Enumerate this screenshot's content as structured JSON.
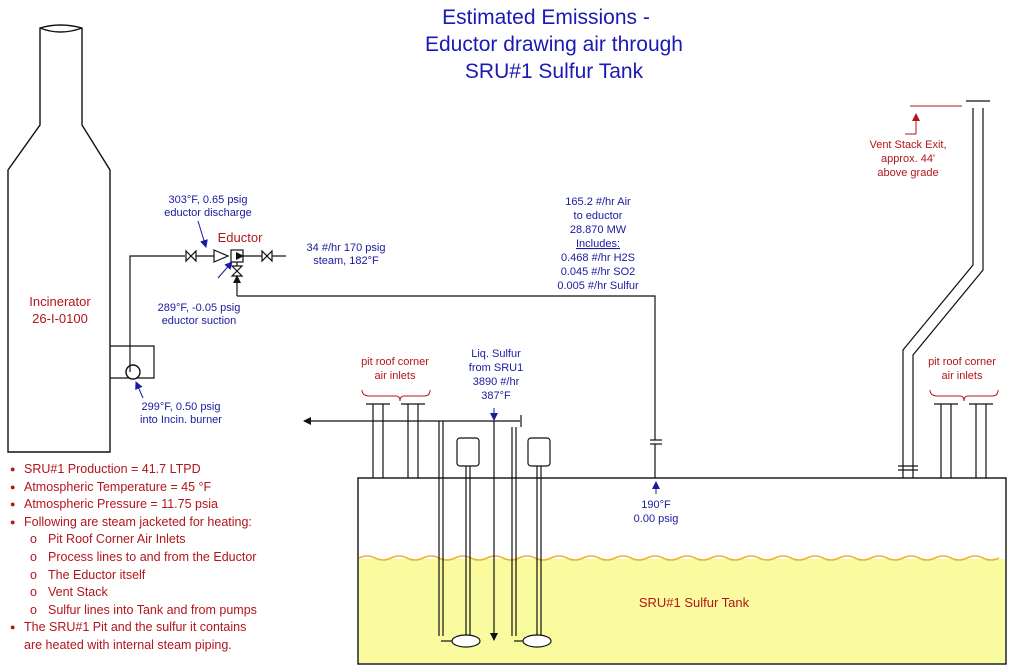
{
  "title": {
    "line1": "Estimated Emissions -",
    "line2": "Eductor drawing air through",
    "line3": "SRU#1 Sulfur Tank"
  },
  "incinerator": {
    "name": "Incinerator",
    "tag": "26-I-0100"
  },
  "eductor": {
    "name": "Eductor",
    "discharge": {
      "line1": "303°F, 0.65 psig",
      "line2": "eductor  discharge"
    },
    "suction": {
      "line1": "289°F, -0.05 psig",
      "line2": "eductor  suction"
    },
    "steam": {
      "line1": "34 #/hr 170 psig",
      "line2": "steam, 182°F"
    }
  },
  "burner_inlet": {
    "line1": "299°F, 0.50 psig",
    "line2": "into Incin. burner"
  },
  "air_to_eductor": {
    "line1": "165.2 #/hr Air",
    "line2": "to eductor",
    "line3": "28.870 MW",
    "line4": "Includes:",
    "line5": "0.468 #/hr H2S",
    "line6": "0.045 #/hr SO2",
    "line7": "0.005 #/hr Sulfur"
  },
  "vent_stack": {
    "line1": "Vent Stack Exit,",
    "line2": "approx. 44'",
    "line3": "above grade"
  },
  "air_inlets_left": {
    "line1": "pit roof corner",
    "line2": "air inlets"
  },
  "air_inlets_right": {
    "line1": "pit roof corner",
    "line2": "air inlets"
  },
  "liquid_sulfur": {
    "line1": "Liq. Sulfur",
    "line2": "from SRU1",
    "line3": "3890 #/hr",
    "line4": "387°F"
  },
  "tank_conditions": {
    "line1": "190°F",
    "line2": "0.00 psig"
  },
  "tank_name": "SRU#1 Sulfur Tank",
  "notes": [
    {
      "text": "SRU#1 Production = 41.7 LTPD",
      "level": 0
    },
    {
      "text": "Atmospheric Temperature = 45 °F",
      "level": 0
    },
    {
      "text": "Atmospheric Pressure = 11.75 psia",
      "level": 0
    },
    {
      "text": "Following are steam jacketed for heating:",
      "level": 0
    },
    {
      "text": "Pit Roof Corner Air Inlets",
      "level": 1
    },
    {
      "text": "Process lines to and from the Eductor",
      "level": 1
    },
    {
      "text": "The Eductor itself",
      "level": 1
    },
    {
      "text": "Vent Stack",
      "level": 1
    },
    {
      "text": "Sulfur lines into Tank and from pumps",
      "level": 1
    },
    {
      "text": "The SRU#1 Pit and the sulfur it contains",
      "level": 0
    },
    {
      "text": "are heated with internal steam piping.",
      "level": -1
    }
  ],
  "colors": {
    "label_blue": "#1a1aa0",
    "label_red": "#b3151b",
    "sulfur_fill": "#fafa9e",
    "sulfur_surface": "#f2b12a"
  }
}
